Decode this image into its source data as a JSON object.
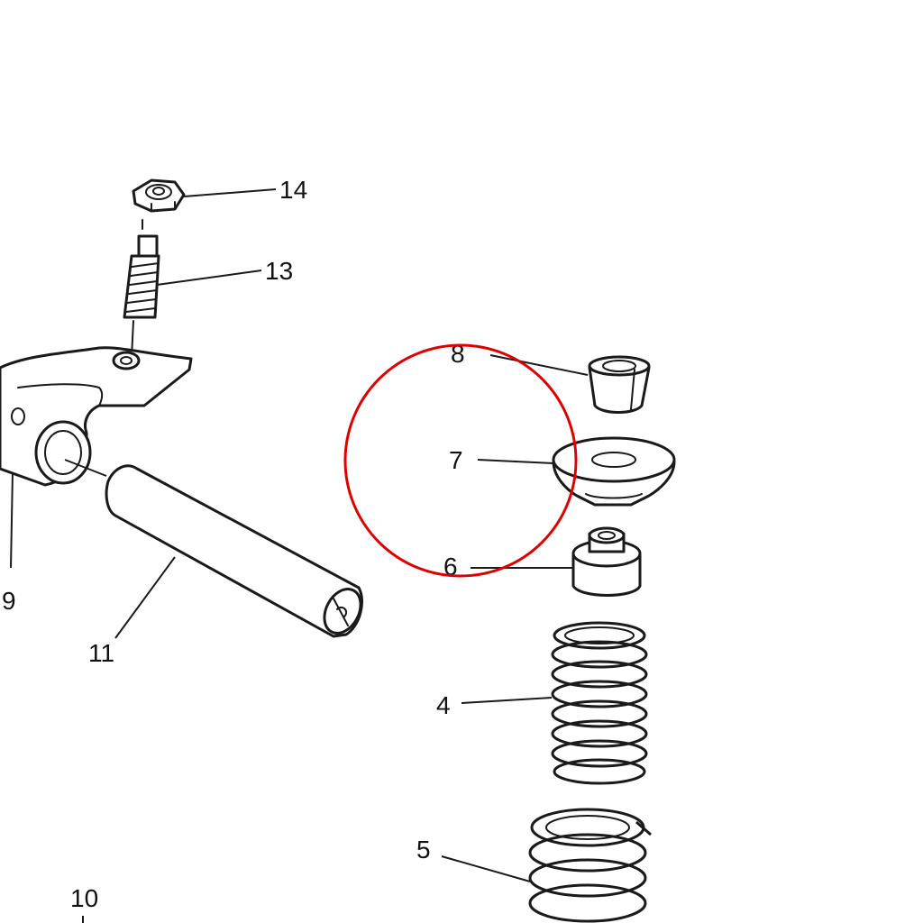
{
  "callouts": {
    "part_14": "14",
    "part_13": "13",
    "part_8": "8",
    "part_7": "7",
    "part_6": "6",
    "part_9": "9",
    "part_11": "11",
    "part_4": "4",
    "part_5": "5",
    "part_10": "10"
  },
  "highlight": {
    "color": "#e00000"
  },
  "line_color": "#1a1a1a"
}
